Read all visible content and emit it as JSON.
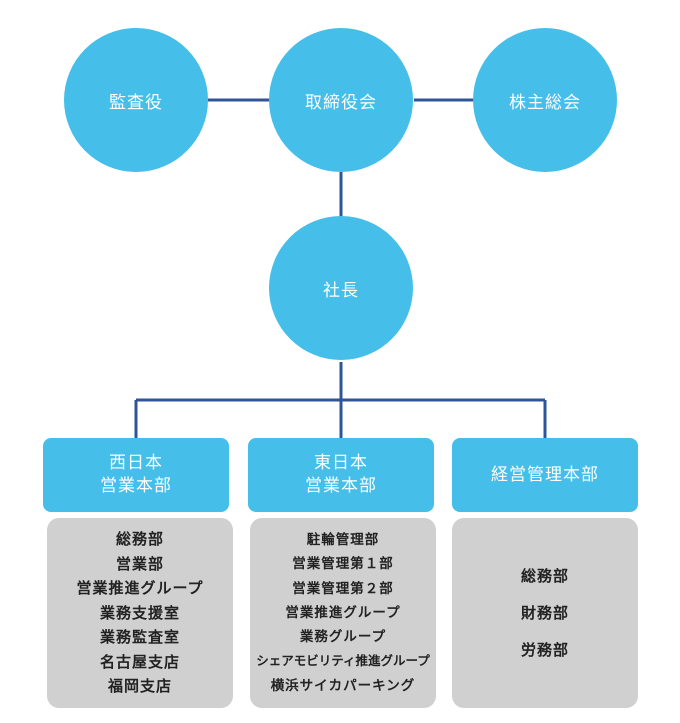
{
  "colors": {
    "node_fill": "#45bfe9",
    "connector": "#2f5597",
    "panel_fill": "#d0d0d0"
  },
  "top_nodes": {
    "auditor": "監査役",
    "board": "取締役会",
    "shareholders": "株主総会"
  },
  "president": "社長",
  "departments": [
    {
      "title_lines": [
        "西日本",
        "営業本部"
      ],
      "items": [
        "総務部",
        "営業部",
        "営業推進グループ",
        "業務支援室",
        "業務監査室",
        "名古屋支店",
        "福岡支店"
      ]
    },
    {
      "title_lines": [
        "東日本",
        "営業本部"
      ],
      "items": [
        "駐輪管理部",
        "営業管理第１部",
        "営業管理第２部",
        "営業推進グループ",
        "業務グループ",
        "シェアモビリティ推進グループ",
        "横浜サイカパーキング"
      ]
    },
    {
      "title_lines": [
        "経営管理本部"
      ],
      "items": [
        "総務部",
        "財務部",
        "労務部"
      ]
    }
  ]
}
